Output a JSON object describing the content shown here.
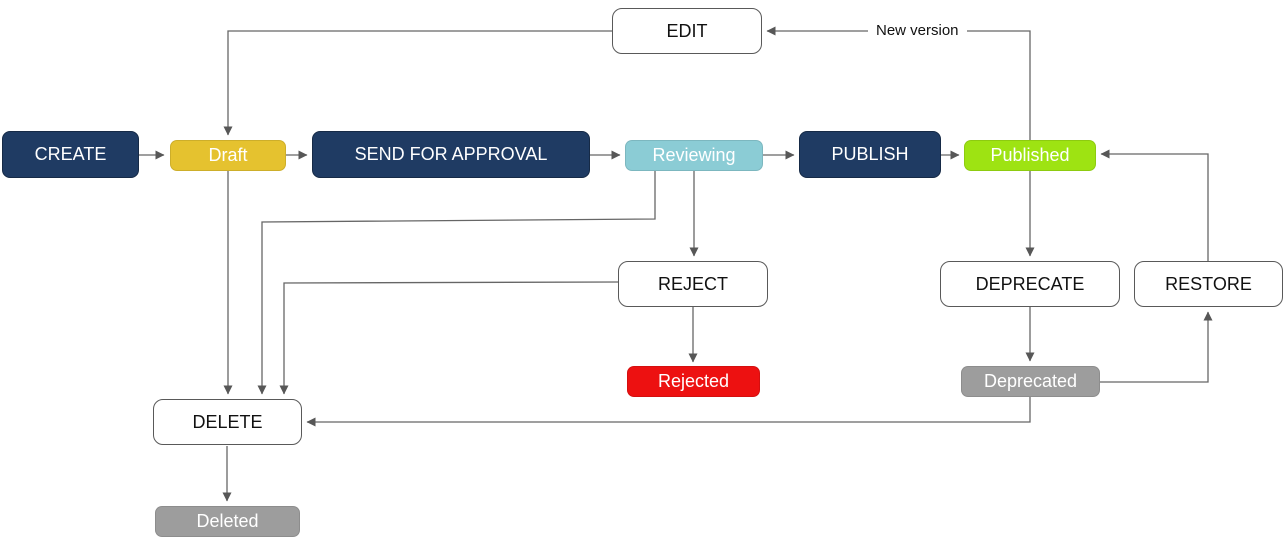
{
  "diagram": {
    "type": "flowchart",
    "description": "Content lifecycle state diagram",
    "nodes": {
      "create": {
        "label": "CREATE",
        "kind": "action",
        "color": "#1f3b63",
        "text_color": "#ffffff"
      },
      "draft": {
        "label": "Draft",
        "kind": "state",
        "color": "#e5c22f",
        "text_color": "#ffffff"
      },
      "send_for_approval": {
        "label": "SEND FOR APPROVAL",
        "kind": "action",
        "color": "#1f3b63",
        "text_color": "#ffffff"
      },
      "reviewing": {
        "label": "Reviewing",
        "kind": "state",
        "color": "#8bccd5",
        "text_color": "#ffffff"
      },
      "publish": {
        "label": "PUBLISH",
        "kind": "action",
        "color": "#1f3b63",
        "text_color": "#ffffff"
      },
      "published": {
        "label": "Published",
        "kind": "state",
        "color": "#9ee312",
        "text_color": "#ffffff"
      },
      "edit": {
        "label": "EDIT",
        "kind": "action",
        "color": "#ffffff",
        "text_color": "#111111"
      },
      "reject": {
        "label": "REJECT",
        "kind": "action",
        "color": "#ffffff",
        "text_color": "#111111"
      },
      "rejected": {
        "label": "Rejected",
        "kind": "state",
        "color": "#ed1111",
        "text_color": "#ffffff"
      },
      "deprecate": {
        "label": "DEPRECATE",
        "kind": "action",
        "color": "#ffffff",
        "text_color": "#111111"
      },
      "restore": {
        "label": "RESTORE",
        "kind": "action",
        "color": "#ffffff",
        "text_color": "#111111"
      },
      "deprecated": {
        "label": "Deprecated",
        "kind": "state",
        "color": "#9d9d9d",
        "text_color": "#ffffff"
      },
      "delete": {
        "label": "DELETE",
        "kind": "action",
        "color": "#ffffff",
        "text_color": "#111111"
      },
      "deleted": {
        "label": "Deleted",
        "kind": "state",
        "color": "#9d9d9d",
        "text_color": "#ffffff"
      }
    },
    "edges": [
      {
        "from": "create",
        "to": "draft"
      },
      {
        "from": "draft",
        "to": "send_for_approval"
      },
      {
        "from": "send_for_approval",
        "to": "reviewing"
      },
      {
        "from": "reviewing",
        "to": "publish"
      },
      {
        "from": "publish",
        "to": "published"
      },
      {
        "from": "edit",
        "to": "draft"
      },
      {
        "from": "published",
        "to": "edit",
        "label": "New version"
      },
      {
        "from": "reviewing",
        "to": "reject"
      },
      {
        "from": "reject",
        "to": "rejected"
      },
      {
        "from": "reviewing",
        "to": "delete"
      },
      {
        "from": "reject",
        "to": "delete"
      },
      {
        "from": "draft",
        "to": "delete"
      },
      {
        "from": "published",
        "to": "deprecate"
      },
      {
        "from": "deprecate",
        "to": "deprecated"
      },
      {
        "from": "deprecated",
        "to": "restore"
      },
      {
        "from": "restore",
        "to": "published"
      },
      {
        "from": "deprecated",
        "to": "delete"
      },
      {
        "from": "delete",
        "to": "deleted"
      }
    ],
    "edge_labels": {
      "new_version": "New version"
    },
    "colors": {
      "navy": "#1f3b63",
      "yellow": "#e5c22f",
      "teal": "#8bccd5",
      "green": "#9ee312",
      "red": "#ed1111",
      "gray": "#9d9d9d",
      "line": "#666666",
      "arrowhead": "#575757",
      "background": "#ffffff"
    }
  }
}
